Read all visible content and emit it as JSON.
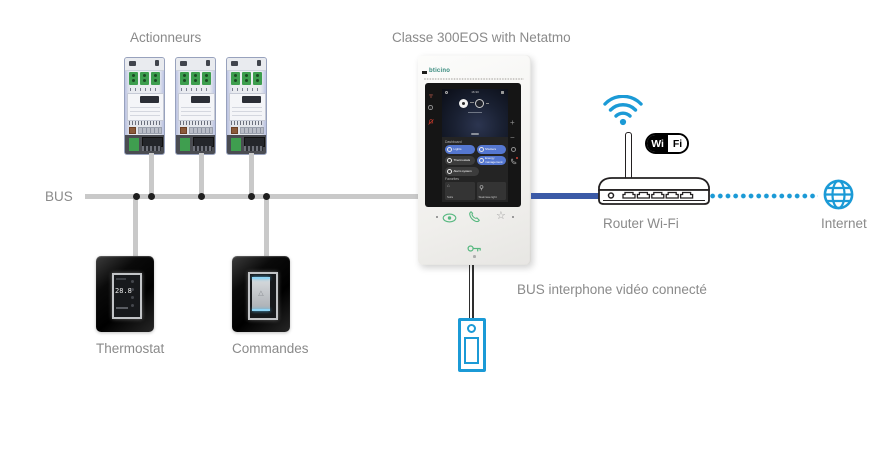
{
  "labels": {
    "actuators": "Actionneurs",
    "device_title": "Classe 300EOS with Netatmo",
    "bus": "BUS",
    "thermostat": "Thermostat",
    "commands": "Commandes",
    "router": "Router Wi-Fi",
    "internet": "Internet",
    "bus_video": "BUS interphone vidéo connecté"
  },
  "wifi_badge": {
    "left": "Wi",
    "right": "Fi"
  },
  "device_screen": {
    "brand": "bticino",
    "time": "16:30",
    "dashboard_label": "Dashboard",
    "buttons": [
      {
        "label": "Lights"
      },
      {
        "label": "Shutters"
      },
      {
        "label": "Thermostats"
      },
      {
        "label": "Energy management"
      },
      {
        "label": "Alarm system"
      }
    ],
    "favorites_label": "Favorites",
    "favorites": [
      {
        "label": "Sofa"
      },
      {
        "label": "Staircase light"
      }
    ]
  },
  "thermostat_display": "28.8",
  "colors": {
    "accent_blue": "#1b9ad6",
    "line_blue": "#3b5aa7",
    "bus_gray": "#c9c9c9",
    "label_gray": "#8a8a8a",
    "device_green": "#56b87f",
    "screen_button_blue": "#5577d0"
  }
}
